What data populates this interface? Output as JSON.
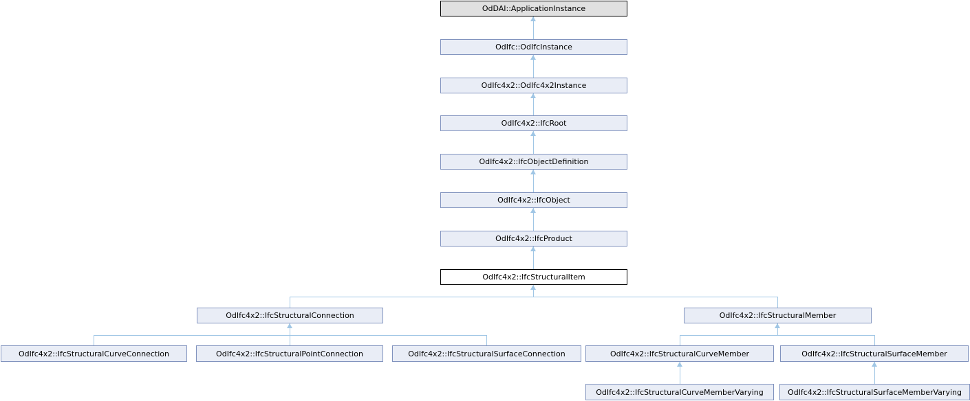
{
  "diagram": {
    "type": "class-inheritance-graph",
    "colors": {
      "node_fill": "#E9EDF6",
      "node_border": "#8193BE",
      "external_node_fill": "#E0E0E0",
      "external_node_border": "#000000",
      "current_node_fill": "#FFFFFF",
      "current_node_border": "#000000",
      "edge": "#A0C6E5",
      "text": "#000000",
      "background": "#FFFFFF"
    },
    "nodes": [
      {
        "label": "OdDAI::ApplicationInstance",
        "style": "external"
      },
      {
        "label": "OdIfc::OdIfcInstance",
        "style": "linked"
      },
      {
        "label": "OdIfc4x2::OdIfc4x2Instance",
        "style": "linked"
      },
      {
        "label": "OdIfc4x2::IfcRoot",
        "style": "linked"
      },
      {
        "label": "OdIfc4x2::IfcObjectDefinition",
        "style": "linked"
      },
      {
        "label": "OdIfc4x2::IfcObject",
        "style": "linked"
      },
      {
        "label": "OdIfc4x2::IfcProduct",
        "style": "linked"
      },
      {
        "label": "OdIfc4x2::IfcStructuralItem",
        "style": "current"
      },
      {
        "label": "OdIfc4x2::IfcStructuralConnection",
        "style": "linked"
      },
      {
        "label": "OdIfc4x2::IfcStructuralMember",
        "style": "linked"
      },
      {
        "label": "OdIfc4x2::IfcStructuralCurveConnection",
        "style": "linked"
      },
      {
        "label": "OdIfc4x2::IfcStructuralPointConnection",
        "style": "linked"
      },
      {
        "label": "OdIfc4x2::IfcStructuralSurfaceConnection",
        "style": "linked"
      },
      {
        "label": "OdIfc4x2::IfcStructuralCurveMember",
        "style": "linked"
      },
      {
        "label": "OdIfc4x2::IfcStructuralSurfaceMember",
        "style": "linked"
      },
      {
        "label": "OdIfc4x2::IfcStructuralCurveMemberVarying",
        "style": "linked"
      },
      {
        "label": "OdIfc4x2::IfcStructuralSurfaceMemberVarying",
        "style": "linked"
      }
    ],
    "edges": [
      {
        "from": "OdIfc::OdIfcInstance",
        "to": "OdDAI::ApplicationInstance"
      },
      {
        "from": "OdIfc4x2::OdIfc4x2Instance",
        "to": "OdIfc::OdIfcInstance"
      },
      {
        "from": "OdIfc4x2::IfcRoot",
        "to": "OdIfc4x2::OdIfc4x2Instance"
      },
      {
        "from": "OdIfc4x2::IfcObjectDefinition",
        "to": "OdIfc4x2::IfcRoot"
      },
      {
        "from": "OdIfc4x2::IfcObject",
        "to": "OdIfc4x2::IfcObjectDefinition"
      },
      {
        "from": "OdIfc4x2::IfcProduct",
        "to": "OdIfc4x2::IfcObject"
      },
      {
        "from": "OdIfc4x2::IfcStructuralItem",
        "to": "OdIfc4x2::IfcProduct"
      },
      {
        "from": "OdIfc4x2::IfcStructuralConnection",
        "to": "OdIfc4x2::IfcStructuralItem"
      },
      {
        "from": "OdIfc4x2::IfcStructuralMember",
        "to": "OdIfc4x2::IfcStructuralItem"
      },
      {
        "from": "OdIfc4x2::IfcStructuralCurveConnection",
        "to": "OdIfc4x2::IfcStructuralConnection"
      },
      {
        "from": "OdIfc4x2::IfcStructuralPointConnection",
        "to": "OdIfc4x2::IfcStructuralConnection"
      },
      {
        "from": "OdIfc4x2::IfcStructuralSurfaceConnection",
        "to": "OdIfc4x2::IfcStructuralConnection"
      },
      {
        "from": "OdIfc4x2::IfcStructuralCurveMember",
        "to": "OdIfc4x2::IfcStructuralMember"
      },
      {
        "from": "OdIfc4x2::IfcStructuralSurfaceMember",
        "to": "OdIfc4x2::IfcStructuralMember"
      },
      {
        "from": "OdIfc4x2::IfcStructuralCurveMemberVarying",
        "to": "OdIfc4x2::IfcStructuralCurveMember"
      },
      {
        "from": "OdIfc4x2::IfcStructuralSurfaceMemberVarying",
        "to": "OdIfc4x2::IfcStructuralSurfaceMember"
      }
    ]
  }
}
